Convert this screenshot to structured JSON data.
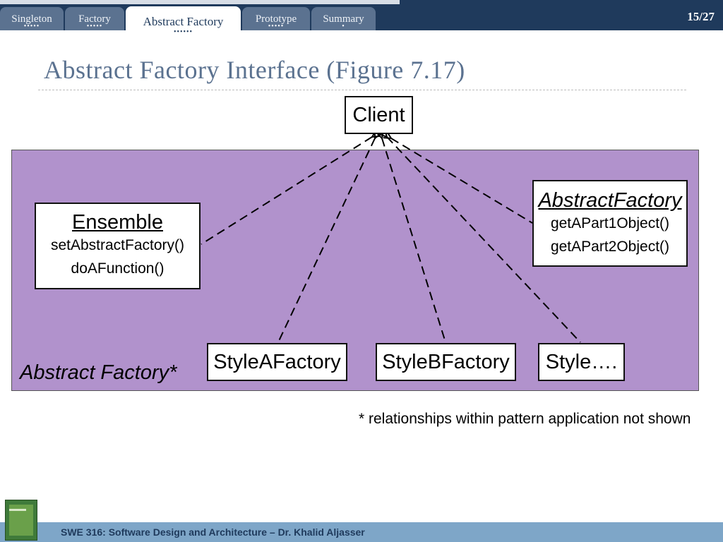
{
  "nav": {
    "tabs": [
      {
        "label": "Singleton",
        "dots": "•••••",
        "active": false
      },
      {
        "label": "Factory",
        "dots": "•••••",
        "active": false
      },
      {
        "label": "Abstract Factory",
        "dots": "••••••",
        "active": true
      },
      {
        "label": "Prototype",
        "dots": "•••••",
        "active": false
      },
      {
        "label": "Summary",
        "dots": "•",
        "active": false
      }
    ],
    "page_number": "15/27"
  },
  "slide": {
    "title": "Abstract Factory Interface (Figure 7.17)"
  },
  "diagram": {
    "client": "Client",
    "ensemble": {
      "name": "Ensemble",
      "methods": [
        "setAbstractFactory()",
        "doAFunction()"
      ]
    },
    "abstract_factory": {
      "name": "AbstractFactory",
      "methods": [
        "getAPart1Object()",
        "getAPart2Object()"
      ]
    },
    "style_a": "StyleAFactory",
    "style_b": "StyleBFactory",
    "style_more": "Style….",
    "area_label": "Abstract Factory*",
    "footnote": "* relationships within pattern application not shown"
  },
  "footer": {
    "text": "SWE 316: Software Design and Architecture – Dr. Khalid Aljasser"
  },
  "colors": {
    "nav_bar": "#1f3a5c",
    "tab": "#5b7290",
    "area": "#b192cc",
    "footer": "#7ea6c8",
    "title": "#5b7290"
  }
}
